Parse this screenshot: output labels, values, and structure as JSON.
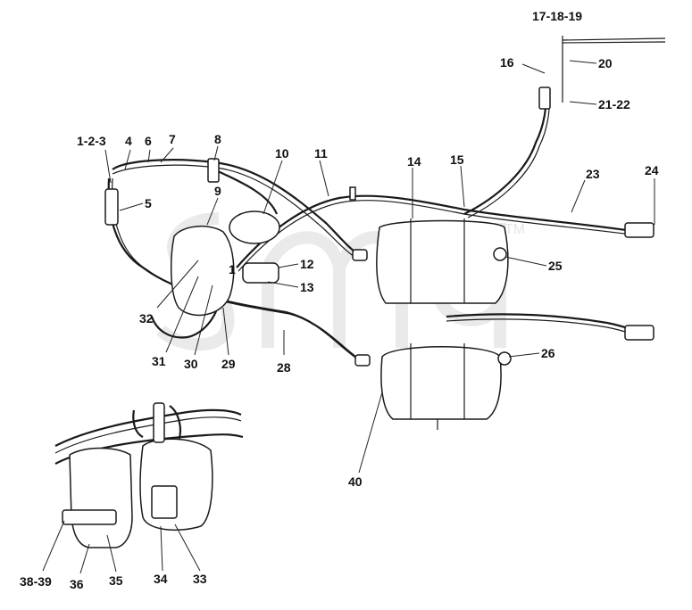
{
  "diagram": {
    "watermark": {
      "text": "TM"
    },
    "callouts": [
      {
        "id": "c1",
        "text": "1-2-3"
      },
      {
        "id": "c4",
        "text": "4"
      },
      {
        "id": "c6",
        "text": "6"
      },
      {
        "id": "c7",
        "text": "7"
      },
      {
        "id": "c8",
        "text": "8"
      },
      {
        "id": "c5",
        "text": "5"
      },
      {
        "id": "c9",
        "text": "9"
      },
      {
        "id": "c10",
        "text": "10"
      },
      {
        "id": "c11",
        "text": "11"
      },
      {
        "id": "c1b",
        "text": "1"
      },
      {
        "id": "c12",
        "text": "12"
      },
      {
        "id": "c13",
        "text": "13"
      },
      {
        "id": "c14",
        "text": "14"
      },
      {
        "id": "c15",
        "text": "15"
      },
      {
        "id": "c16",
        "text": "16"
      },
      {
        "id": "c17",
        "text": "17-18-19"
      },
      {
        "id": "c20",
        "text": "20"
      },
      {
        "id": "c21",
        "text": "21-22"
      },
      {
        "id": "c23",
        "text": "23"
      },
      {
        "id": "c24",
        "text": "24"
      },
      {
        "id": "c25",
        "text": "25"
      },
      {
        "id": "c26",
        "text": "26"
      },
      {
        "id": "c28",
        "text": "28"
      },
      {
        "id": "c29",
        "text": "29"
      },
      {
        "id": "c30",
        "text": "30"
      },
      {
        "id": "c31",
        "text": "31"
      },
      {
        "id": "c32",
        "text": "32"
      },
      {
        "id": "c40",
        "text": "40"
      },
      {
        "id": "c33",
        "text": "33"
      },
      {
        "id": "c34",
        "text": "34"
      },
      {
        "id": "c35",
        "text": "35"
      },
      {
        "id": "c36",
        "text": "36"
      },
      {
        "id": "c38",
        "text": "38-39"
      }
    ]
  }
}
